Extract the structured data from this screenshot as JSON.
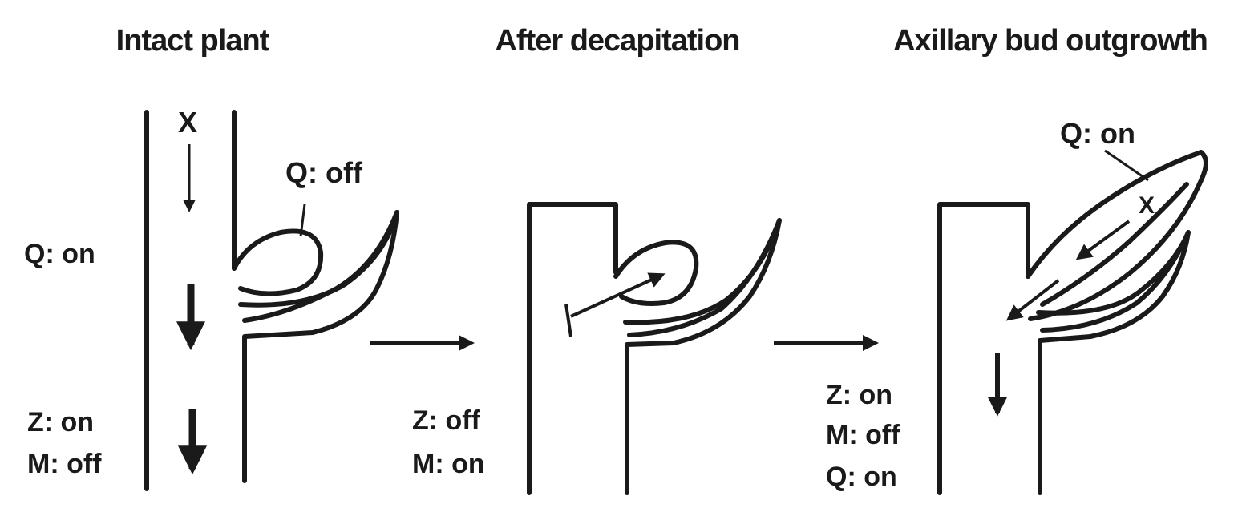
{
  "panels": [
    {
      "title": "Intact plant",
      "stem_signal": "X",
      "bud_callout": "Q: off",
      "side_label": "Q: on",
      "bottom_labels": [
        "Z: on",
        "M: off"
      ]
    },
    {
      "title": "After decapitation",
      "bottom_labels": [
        "Z: off",
        "M: on"
      ]
    },
    {
      "title": "Axillary bud outgrowth",
      "bud_callout": "Q: on",
      "bud_signal": "X",
      "bottom_labels": [
        "Z: on",
        "M: off",
        "Q: on"
      ]
    }
  ],
  "colors": {
    "line": "#1a1a1a",
    "background": "#ffffff"
  }
}
